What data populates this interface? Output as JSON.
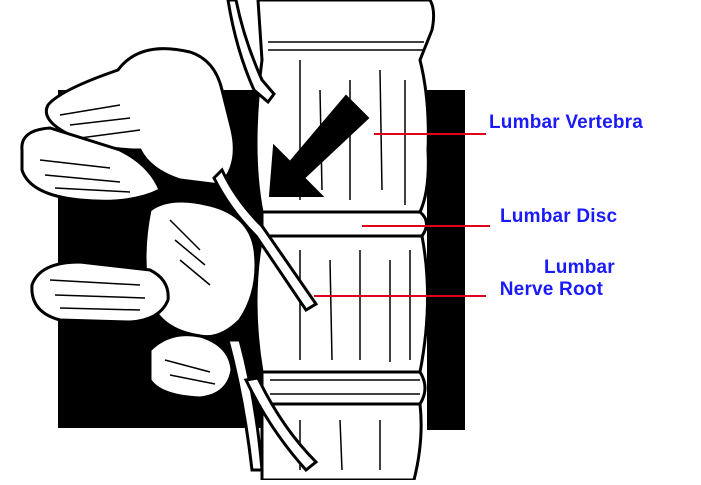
{
  "diagram": {
    "colors": {
      "label_text": "#1a1aff",
      "leader_line": "#e0001a",
      "ink": "#000000",
      "paper": "#ffffff"
    },
    "labels": {
      "vertebra": "Lumbar Vertebra",
      "disc": "Lumbar Disc",
      "nerve_root_line1": "Lumbar",
      "nerve_root_line2": "Nerve Root"
    },
    "pointer": "arrow-pointing-to-disc"
  }
}
